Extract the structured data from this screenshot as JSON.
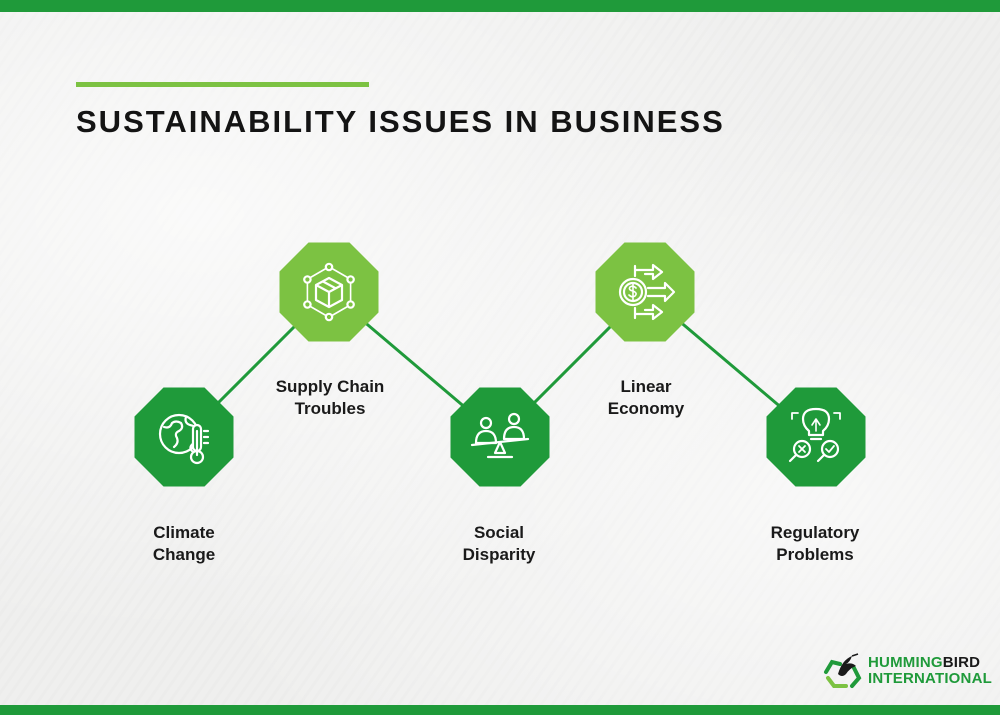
{
  "title": "SUSTAINABILITY ISSUES IN BUSINESS",
  "issues": [
    {
      "line1": "Climate",
      "line2": "Change",
      "icon": "globe-thermometer-icon"
    },
    {
      "line1": "Supply Chain",
      "line2": "Troubles",
      "icon": "box-network-icon"
    },
    {
      "line1": "Social",
      "line2": "Disparity",
      "icon": "people-scale-icon"
    },
    {
      "line1": "Linear",
      "line2": "Economy",
      "icon": "dollar-arrows-icon"
    },
    {
      "line1": "Regulatory",
      "line2": "Problems",
      "icon": "lightbulb-magnifier-icon"
    }
  ],
  "logo": {
    "word1a": "HUMMING",
    "word1b": "BIRD",
    "word2": "INTERNATIONAL"
  },
  "colors": {
    "dark_green": "#1f9a3a",
    "light_green": "#7cc242",
    "text": "#141414"
  }
}
